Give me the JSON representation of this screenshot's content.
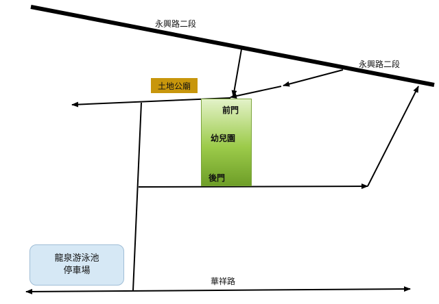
{
  "roads": {
    "yongxing_top": "永興路二段",
    "yongxing_right": "永興路二段",
    "huaxiang": "華祥路"
  },
  "landmarks": {
    "temple": "土地公廟",
    "school_front": "前門",
    "school_name": "幼兒園",
    "school_back": "後門",
    "parking_line1": "龍泉游泳池",
    "parking_line2": "停車場"
  },
  "colors": {
    "temple": "#c8960c",
    "school": "#9ccb4a",
    "parking": "#d6e8f5",
    "lines": "#000000"
  }
}
